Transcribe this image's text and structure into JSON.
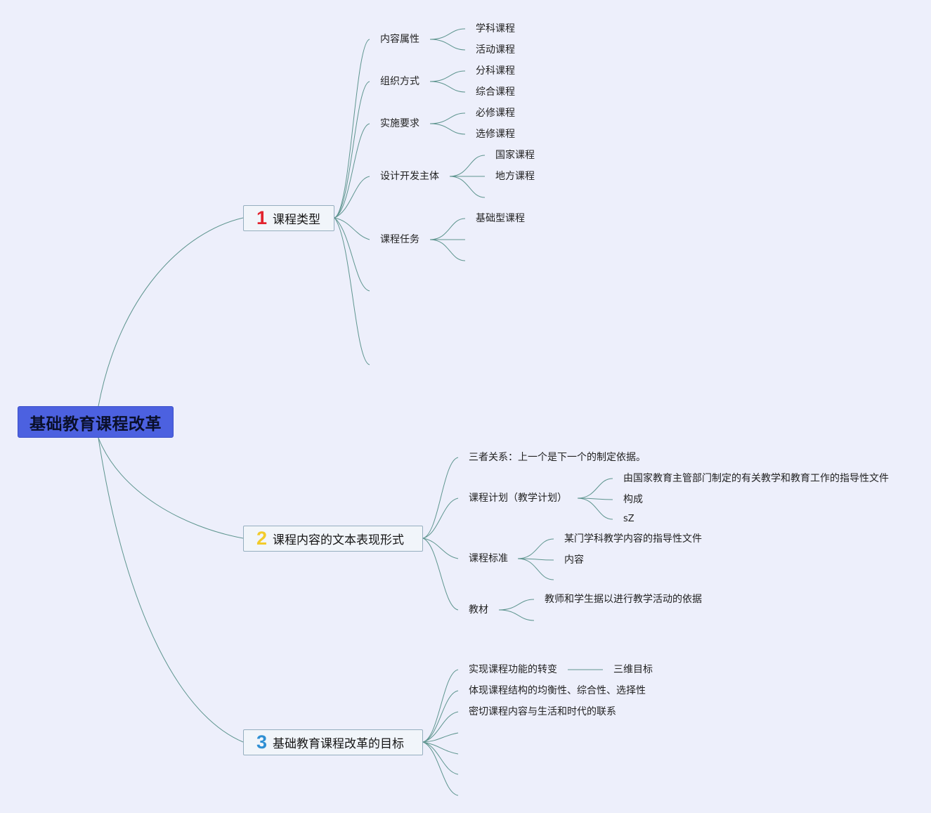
{
  "root": {
    "label": "基础教育课程改革"
  },
  "branch1": {
    "number": "1",
    "label": "课程类型",
    "children": [
      {
        "label": "内容属性",
        "items": [
          "学科课程",
          "活动课程"
        ]
      },
      {
        "label": "组织方式",
        "items": [
          "分科课程",
          "综合课程"
        ]
      },
      {
        "label": "实施要求",
        "items": [
          "必修课程",
          "选修课程"
        ]
      },
      {
        "label": "设计开发主体",
        "items": [
          "国家课程",
          "地方课程"
        ]
      },
      {
        "label": "课程任务",
        "items": [
          "基础型课程"
        ]
      }
    ]
  },
  "branch2": {
    "number": "2",
    "label": "课程内容的文本表现形式",
    "children": [
      {
        "label": "三者关系：上一个是下一个的制定依据。",
        "items": []
      },
      {
        "label": "课程计划（教学计划）",
        "items": [
          "由国家教育主管部门制定的有关教学和教育工作的指导性文件",
          "构成",
          "sZ"
        ]
      },
      {
        "label": "课程标准",
        "items": [
          "某门学科教学内容的指导性文件",
          "内容"
        ]
      },
      {
        "label": "教材",
        "items": [
          "教师和学生据以进行教学活动的依据"
        ]
      }
    ]
  },
  "branch3": {
    "number": "3",
    "label": "基础教育课程改革的目标",
    "children": [
      {
        "label": "实现课程功能的转变",
        "items": [
          "三维目标"
        ]
      },
      {
        "label": "体现课程结构的均衡性、综合性、选择性",
        "items": []
      },
      {
        "label": "密切课程内容与生活和时代的联系",
        "items": []
      }
    ]
  }
}
